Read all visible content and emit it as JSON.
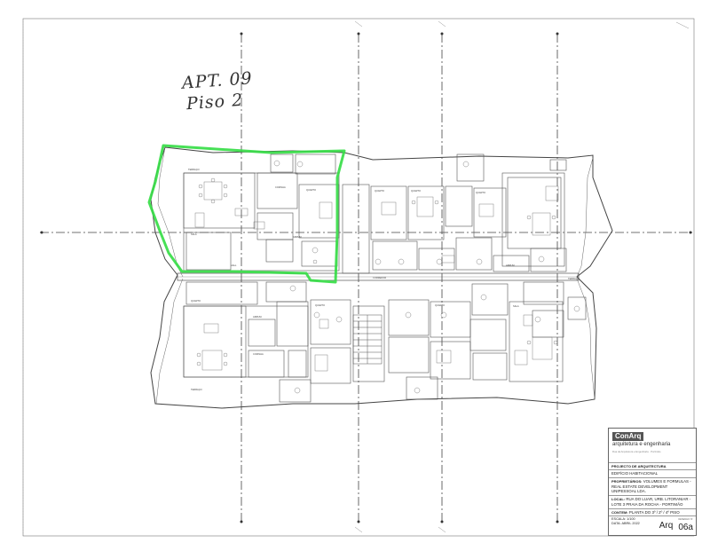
{
  "annotations": {
    "line1": "APT. 09",
    "line2": "Piso 2"
  },
  "title_block": {
    "logo_brand": "ConArq",
    "logo_sub": "arquitetura e engenharia",
    "logo_fine": "Rua da Arquitetura e Engenharia · Portimão",
    "project_label": "PROJECTO DE ARQUITECTURA",
    "building": "EDIFÍCIO HABITACIONAL",
    "owners_label": "PROPRIETÁRIOS:",
    "owners": "VOLUMES E FORMULAS - REAL ESTATE DEVELOPMENT UNIPESSOAL LDA.",
    "location_label": "LOCAL:",
    "location": "RUA DO LUAR, URB. LITORANIAR - LOTE 3 PRAIA DA ROCHA - PORTIMÃO",
    "content_label": "CONTEM:",
    "content": "PLANTA DO 3º / 2º / 4º PISO",
    "scale": "ESCALA: 1/100",
    "date": "DATA: ABRIL 2022",
    "arq": "Arq",
    "sheet_number": "06a",
    "sheet_caption": "DESENHO Nº"
  },
  "colors": {
    "highlight": "#33dd44",
    "lines": "#555555",
    "grid": "#444444"
  }
}
